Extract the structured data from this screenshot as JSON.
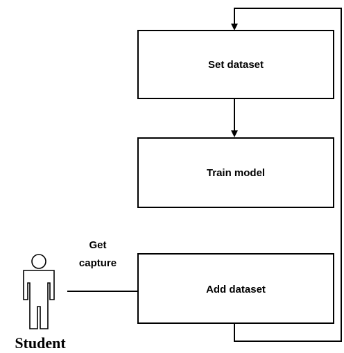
{
  "nodes": {
    "set_dataset": "Set dataset",
    "train_model": "Train model",
    "add_dataset": "Add dataset"
  },
  "edges": {
    "capture_line_label_1": "Get",
    "capture_line_label_2": "capture"
  },
  "actor": {
    "label": "Student",
    "icon": "person-icon"
  }
}
